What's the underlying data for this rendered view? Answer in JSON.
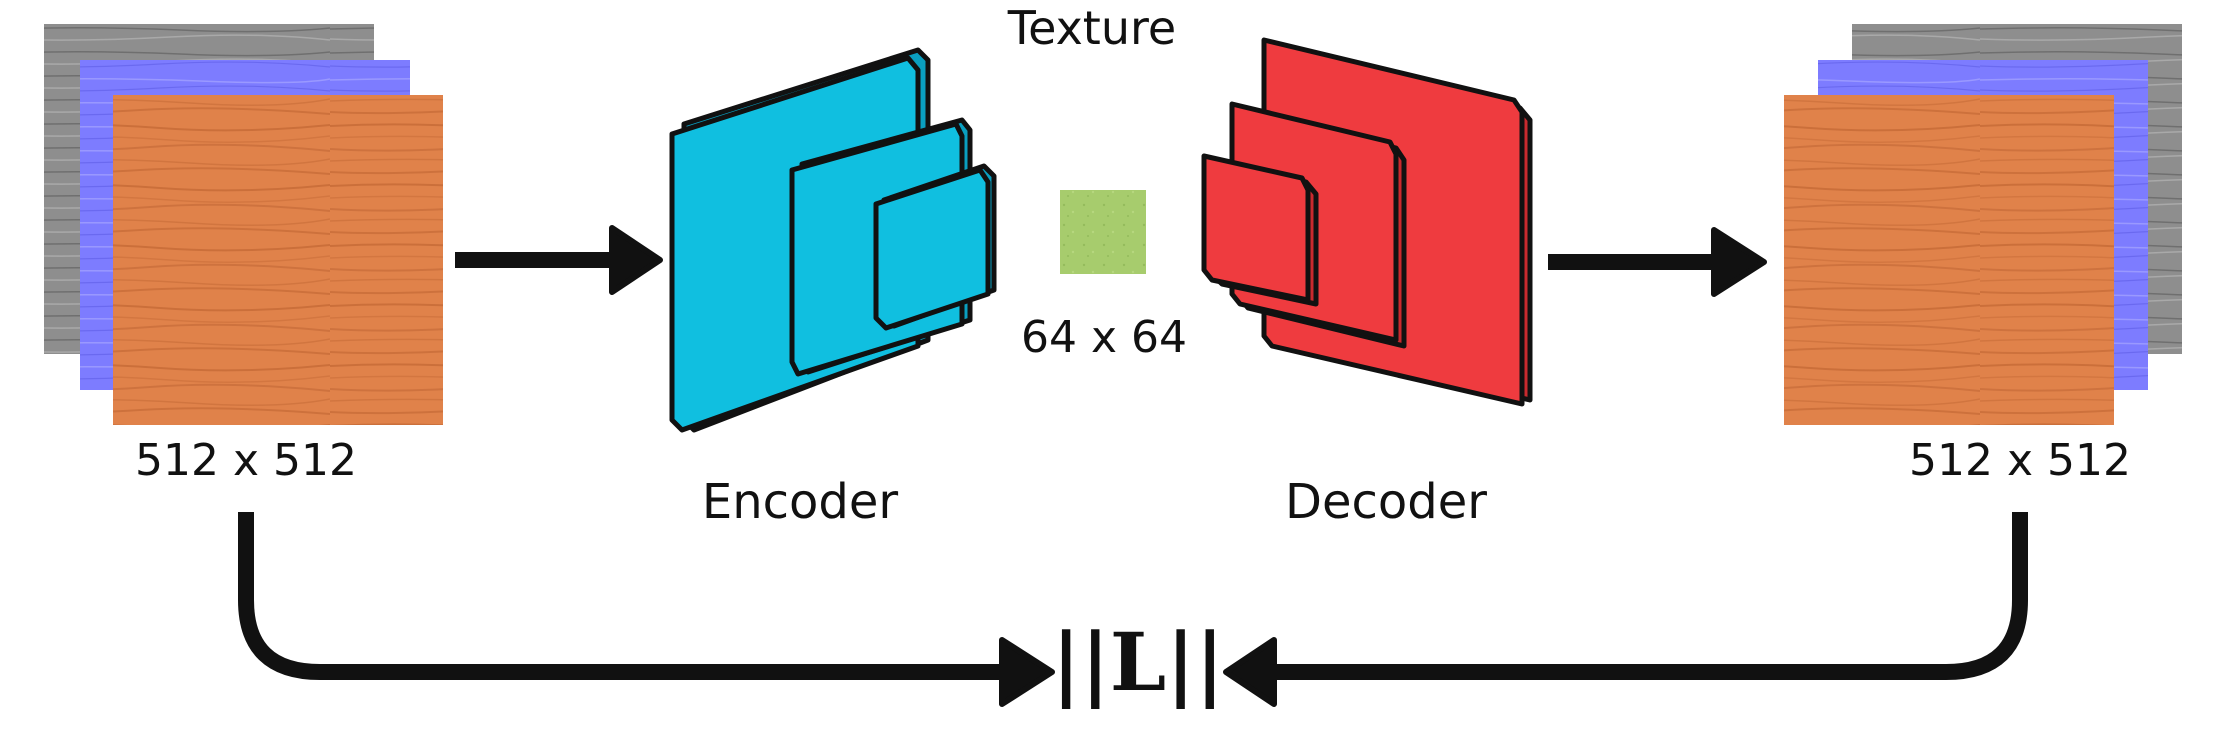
{
  "labels": {
    "texture": "Texture",
    "input_size": "512 x 512",
    "latent_size": "64 x 64",
    "output_size": "512 x 512",
    "encoder": "Encoder",
    "decoder": "Decoder",
    "loss": "||L||"
  },
  "colors": {
    "encoder": "#10bfe0",
    "decoder": "#ef3b3f",
    "latent": "#a7cc6d",
    "wood": "#e0824a",
    "wood_grain": "#b95f2e",
    "gray_map": "#8e8e8e",
    "normal_map": "#7d7cff",
    "outline": "#111111"
  }
}
